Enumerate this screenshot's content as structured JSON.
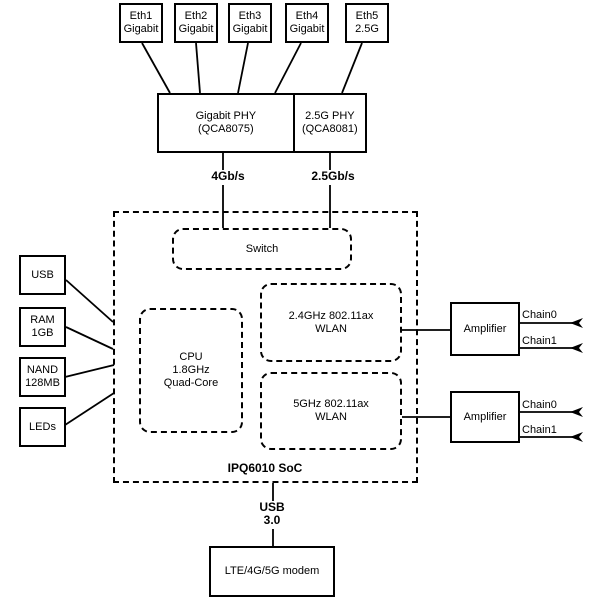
{
  "eth_ports": [
    {
      "name": "Eth1",
      "speed": "Gigabit"
    },
    {
      "name": "Eth2",
      "speed": "Gigabit"
    },
    {
      "name": "Eth3",
      "speed": "Gigabit"
    },
    {
      "name": "Eth4",
      "speed": "Gigabit"
    },
    {
      "name": "Eth5",
      "speed": "2.5G"
    }
  ],
  "phy": {
    "gigabit_label": "Gigabit PHY",
    "gigabit_chip": "(QCA8075)",
    "g25_label": "2.5G PHY",
    "g25_chip": "(QCA8081)"
  },
  "links": {
    "gigabit_rate": "4Gb/s",
    "g25_rate": "2.5Gb/s",
    "usb_line1": "USB",
    "usb_line2": "3.0"
  },
  "soc": {
    "label": "IPQ6010 SoC",
    "switch_label": "Switch",
    "cpu_line1": "CPU",
    "cpu_line2": "1.8GHz",
    "cpu_line3": "Quad-Core",
    "wlan24_line1": "2.4GHz 802.11ax",
    "wlan24_line2": "WLAN",
    "wlan5_line1": "5GHz 802.11ax",
    "wlan5_line2": "WLAN"
  },
  "peripherals": [
    {
      "line1": "USB"
    },
    {
      "line1": "RAM",
      "line2": "1GB"
    },
    {
      "line1": "NAND",
      "line2": "128MB"
    },
    {
      "line1": "LEDs"
    }
  ],
  "amplifiers": [
    {
      "label": "Amplifier",
      "chain0": "Chain0",
      "chain1": "Chain1"
    },
    {
      "label": "Amplifier",
      "chain0": "Chain0",
      "chain1": "Chain1"
    }
  ],
  "modem_label": "LTE/4G/5G modem",
  "colors": {
    "line": "#000000",
    "background": "#ffffff",
    "text": "#000000"
  }
}
